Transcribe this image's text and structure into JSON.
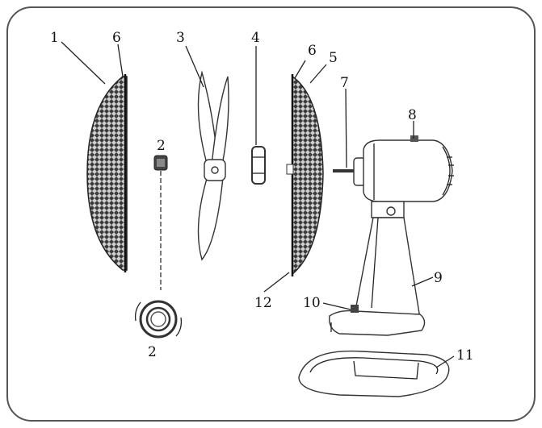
{
  "labels": {
    "front_grille": "1",
    "spinner": "2",
    "spinner_ring": "2",
    "blade": "3",
    "blade_nut": "4",
    "guard_clip": "5",
    "front_grille_rim": "6",
    "rear_grille_rim": "6",
    "motor_shaft": "7",
    "oscillation_knob": "8",
    "stand_pole": "9",
    "control_knob": "10",
    "base": "11",
    "rear_grille_screw": "12"
  },
  "colors": {
    "frame_border": "#555555",
    "line": "#222222",
    "mesh": "#2a2a2a"
  }
}
